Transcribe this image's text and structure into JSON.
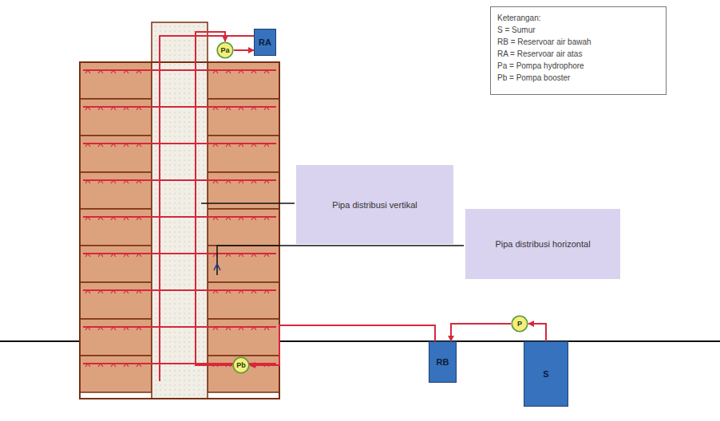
{
  "diagram": {
    "nodes": [
      {
        "text": [
          "Keterangan:",
          "S = Sumur",
          "RB = Reservoar air bawah",
          "RA = Reservoar air atas",
          "Pa = Pompa hydrophore",
          "Pb = Pompa booster"
        ]
      },
      {
        "text": [
          "Pipa distribusi vertikal"
        ]
      },
      {
        "text": [
          "Pipa distribusi horizontal"
        ]
      },
      {
        "text": [
          "RA"
        ]
      },
      {
        "text": [
          "Pa"
        ]
      },
      {
        "text": [
          "Pb"
        ]
      },
      {
        "text": [
          "RB"
        ]
      },
      {
        "text": [
          "P"
        ]
      },
      {
        "text": [
          "S"
        ]
      }
    ],
    "edges": [
      {
        "from": 8,
        "to": 7,
        "arrow": "to"
      },
      {
        "from": 7,
        "to": 6,
        "arrow": "to"
      },
      {
        "from": 6,
        "to": 5,
        "arrow": "to"
      },
      {
        "from": 5,
        "to": 4,
        "arrow": "to"
      },
      {
        "from": 4,
        "to": 3,
        "arrow": "to"
      }
    ]
  }
}
